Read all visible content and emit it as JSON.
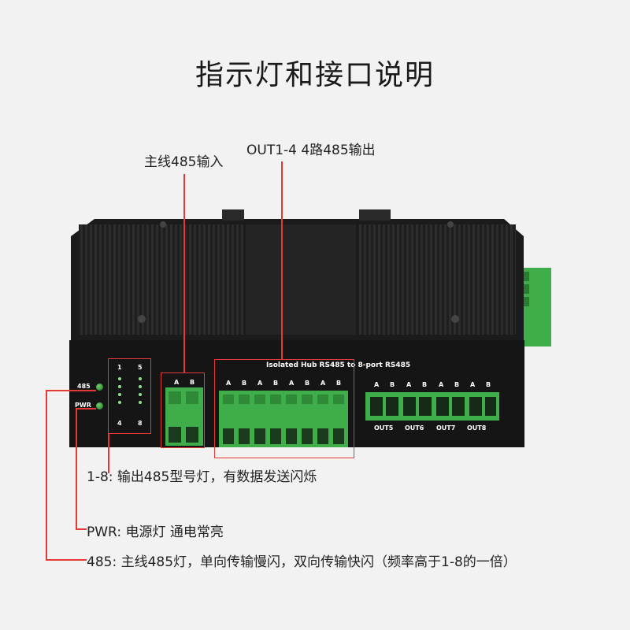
{
  "title": "指示灯和接口说明",
  "callouts": {
    "main_input": "主线485输入",
    "out_1_4": "OUT1-4  4路485输出",
    "leds_1_8": "1-8:   输出485型号灯，有数据发送闪烁",
    "pwr": "PWR:   电源灯   通电常亮",
    "led_485": "485:   主线485灯，单向传输慢闪，双向传输快闪（频率高于1-8的一倍）"
  },
  "device": {
    "panel_title": "Isolated  Hub  RS485 to 8-port RS485",
    "left_labels": {
      "led485": "485",
      "pwr": "PWR"
    },
    "led_numbers": {
      "top_left": "1",
      "top_right": "5",
      "bottom_left": "4",
      "bottom_right": "8"
    },
    "input_ab": [
      "A",
      "B"
    ],
    "out14_ab": [
      "A",
      "B",
      "A",
      "B",
      "A",
      "B",
      "A",
      "B"
    ],
    "out58_ab": [
      "A",
      "B",
      "A",
      "B",
      "A",
      "B",
      "A",
      "B"
    ],
    "port_labels": [
      "OUT5",
      "OUT6",
      "OUT7",
      "OUT8"
    ]
  },
  "colors": {
    "accent_red": "#e53935",
    "terminal_green": "#3fae4a",
    "body_black": "#1b1b1b"
  }
}
